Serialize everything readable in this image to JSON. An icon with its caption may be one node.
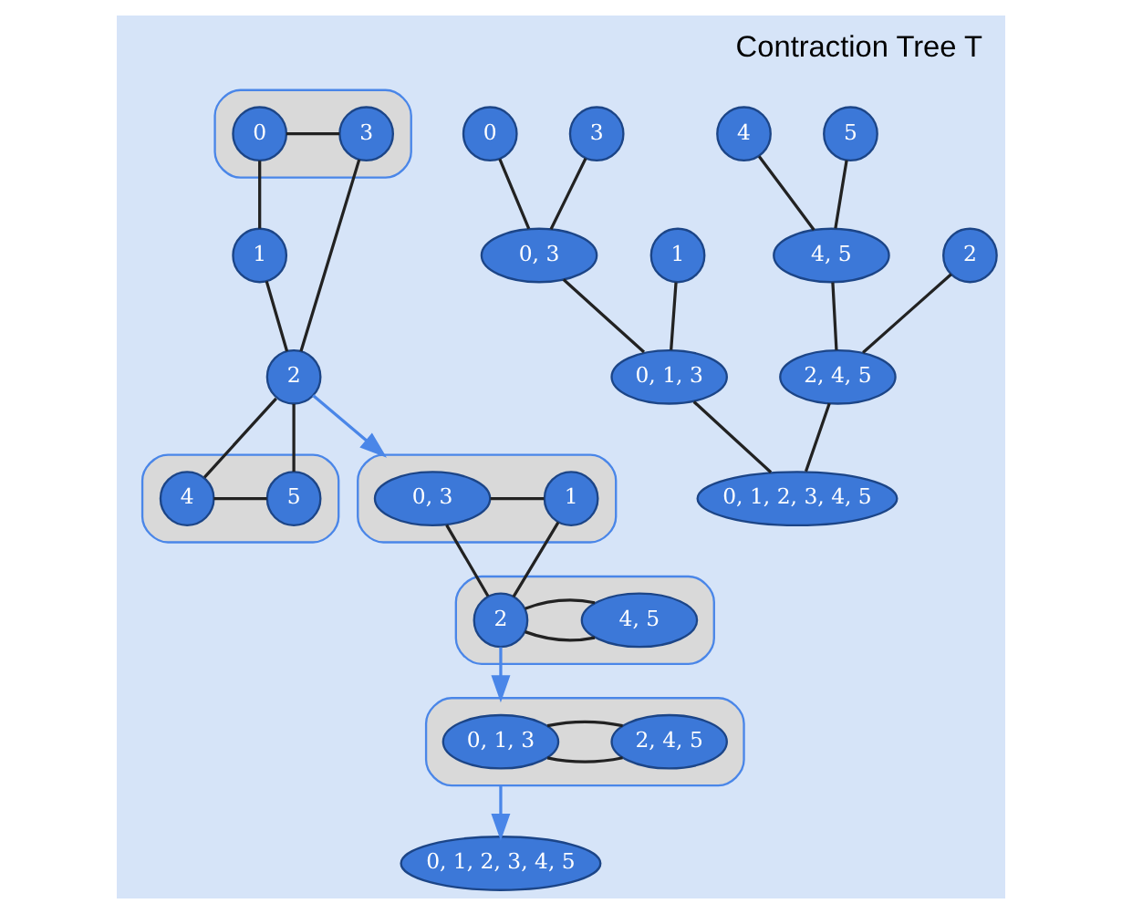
{
  "diagram": {
    "title": "Contraction Tree T",
    "nodes": [
      {
        "text": [],
        "shape": "ellipse"
      },
      {
        "text": [
          "0"
        ],
        "in": 0
      },
      {
        "text": [
          "3"
        ],
        "in": 0
      },
      {
        "text": [],
        "shape": "ellipse"
      },
      {
        "text": [
          "4"
        ],
        "in": 3
      },
      {
        "text": [
          "5"
        ],
        "in": 3
      },
      {
        "text": [
          "1"
        ]
      },
      {
        "text": [
          "2"
        ]
      },
      {
        "text": [],
        "shape": "ellipse"
      },
      {
        "text": [
          "0, 3"
        ],
        "in": 8
      },
      {
        "text": [
          "1"
        ],
        "in": 8
      },
      {
        "text": [],
        "shape": "ellipse"
      },
      {
        "text": [
          "4, 5"
        ],
        "in": 11
      },
      {
        "text": [
          "2"
        ],
        "in": 11
      },
      {
        "text": [],
        "shape": "ellipse"
      },
      {
        "text": [
          "0, 1, 3"
        ],
        "in": 14
      },
      {
        "text": [
          "2, 4, 5"
        ],
        "in": 14
      },
      {
        "text": [
          "0, 1, 2, 3, 4, 5"
        ]
      },
      {
        "text": [
          "0"
        ]
      },
      {
        "text": [
          "3"
        ]
      },
      {
        "text": [
          "4"
        ]
      },
      {
        "text": [
          "5"
        ]
      },
      {
        "text": [
          "1"
        ]
      },
      {
        "text": [
          "0, 3"
        ]
      },
      {
        "text": [
          "4, 5"
        ]
      },
      {
        "text": [
          "2"
        ]
      },
      {
        "text": [
          "0, 1, 3"
        ]
      },
      {
        "text": [
          "2, 4, 5"
        ]
      },
      {
        "text": [
          "0, 1, 2, 3, 4, 5"
        ]
      }
    ],
    "edges": [
      {
        "from": 1,
        "to": 2,
        "arrow": "none"
      },
      {
        "from": 1,
        "to": 6,
        "arrow": "none"
      },
      {
        "from": 2,
        "to": 7,
        "arrow": "none"
      },
      {
        "from": 6,
        "to": 7,
        "arrow": "none"
      },
      {
        "from": 7,
        "to": 4,
        "arrow": "none"
      },
      {
        "from": 7,
        "to": 5,
        "arrow": "none"
      },
      {
        "from": 4,
        "to": 5,
        "arrow": "none"
      },
      {
        "from": 7,
        "to": 8,
        "arrow": "to",
        "color": "#4a86e8"
      },
      {
        "from": 9,
        "to": 10,
        "arrow": "none"
      },
      {
        "from": 9,
        "to": 13,
        "arrow": "none"
      },
      {
        "from": 10,
        "to": 13,
        "arrow": "none"
      },
      {
        "from": 13,
        "to": 12,
        "arrow": "none"
      },
      {
        "from": 13,
        "to": 12,
        "arrow": "none"
      },
      {
        "from": 13,
        "to": 14,
        "arrow": "to",
        "color": "#4a86e8"
      },
      {
        "from": 15,
        "to": 16,
        "arrow": "none"
      },
      {
        "from": 15,
        "to": 16,
        "arrow": "none"
      },
      {
        "from": 14,
        "to": 17,
        "arrow": "to",
        "color": "#4a86e8"
      },
      {
        "from": 18,
        "to": 23,
        "arrow": "none"
      },
      {
        "from": 19,
        "to": 23,
        "arrow": "none"
      },
      {
        "from": 20,
        "to": 24,
        "arrow": "none"
      },
      {
        "from": 21,
        "to": 24,
        "arrow": "none"
      },
      {
        "from": 22,
        "to": 26,
        "arrow": "none"
      },
      {
        "from": 23,
        "to": 26,
        "arrow": "none"
      },
      {
        "from": 24,
        "to": 27,
        "arrow": "none"
      },
      {
        "from": 25,
        "to": 27,
        "arrow": "none"
      },
      {
        "from": 26,
        "to": 28,
        "arrow": "none"
      },
      {
        "from": 27,
        "to": 28,
        "arrow": "none"
      }
    ]
  }
}
